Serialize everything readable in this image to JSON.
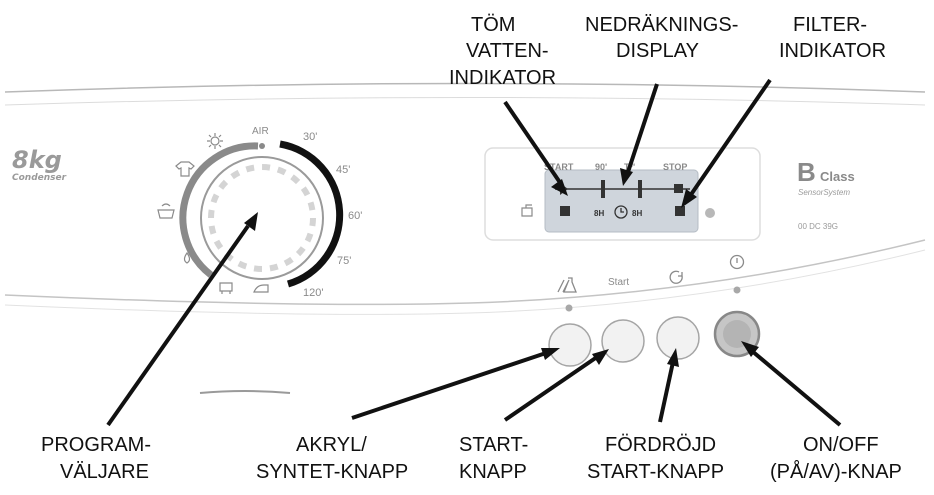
{
  "callouts": {
    "drain_line1": "TÖM",
    "drain_line2": "VATTEN-",
    "drain_line3": "INDIKATOR",
    "countdown_line1": "NEDRÄKNINGS-",
    "countdown_line2": "DISPLAY",
    "filter_line1": "FILTER-",
    "filter_line2": "INDIKATOR",
    "program_line1": "PROGRAM-",
    "program_line2": "VÄLJARE",
    "acryl_line1": "AKRYL/",
    "acryl_line2": "SYNTET-KNAPP",
    "start_line1": "START-",
    "start_line2": "KNAPP",
    "delay_line1": "FÖRDRÖJD",
    "delay_line2": "START-KNAPP",
    "onoff_line1": "ON/OFF",
    "onoff_line2": "(PÅ/AV)-KNAP"
  },
  "panel": {
    "capacity": "8kg",
    "model_type": "Condenser",
    "brand_letter": "B",
    "brand_word": "Class",
    "brand_sub": "SensorSystem",
    "model_code": "00 DC 39G",
    "dial_air": "AIR",
    "dial_30": "30'",
    "dial_45": "45'",
    "dial_60": "60'",
    "dial_75": "75'",
    "dial_120": "120'",
    "disp_start": "START",
    "disp_90": "90'",
    "disp_tstar": "T*'",
    "disp_stop": "STOP",
    "disp_8h_left": "8H",
    "disp_8h_right": "8H",
    "start_btn_label": "Start"
  },
  "icons": [
    "sun-icon",
    "tshirt-icon",
    "basin-icon",
    "drop-icon",
    "shoe-icon",
    "iron-icon",
    "acryl-flask-icon",
    "delay-icon",
    "power-icon",
    "clock-icon",
    "drain-tap-icon"
  ],
  "colors": {
    "line": "#111111",
    "panel_grey": "#8a8a8a",
    "display_bg": "#cfd5dc"
  }
}
